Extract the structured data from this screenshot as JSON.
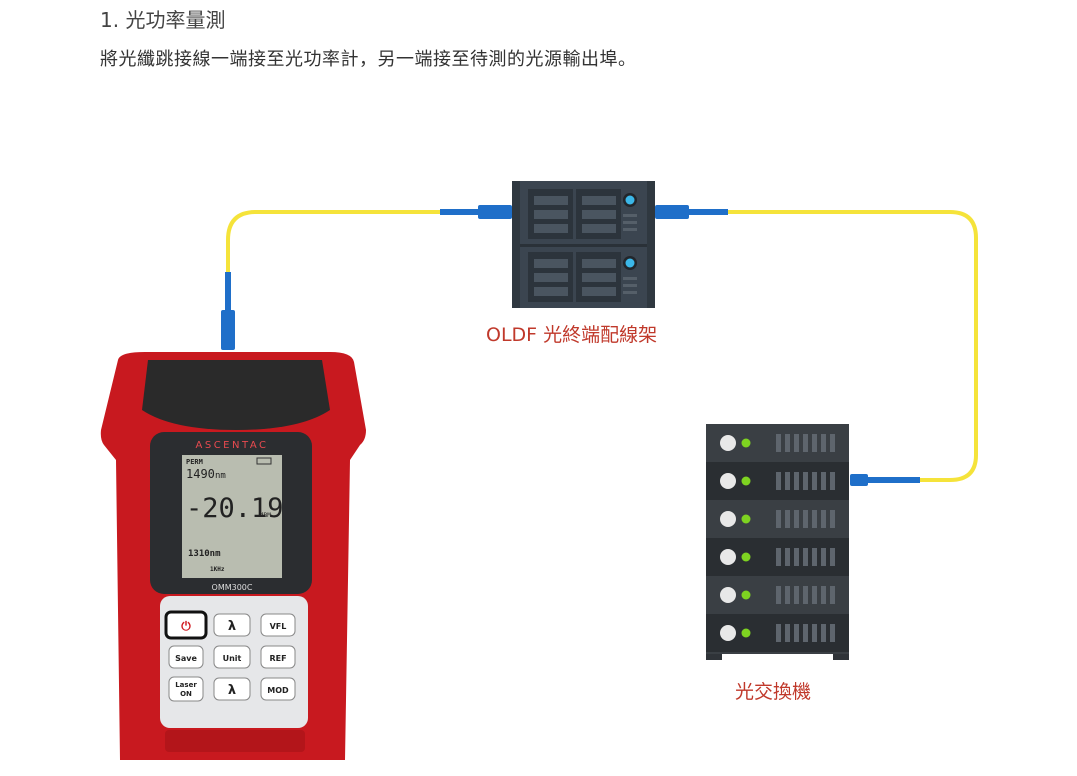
{
  "header": {
    "heading": "1. 光功率量測",
    "description": "將光纖跳接線一端接至光功率計，另一端接至待測的光源輸出埠。"
  },
  "diagram": {
    "oldf_label": "OLDF 光終端配線架",
    "switch_label": "光交換機",
    "meter": {
      "brand": "ASCENTAC",
      "model": "OMM300C",
      "screen": {
        "mode": "PERM",
        "wavelength_top": "1490",
        "wavelength_top_unit": "nm",
        "reading": "-20.19",
        "reading_unit": "dBM",
        "wavelength_bottom": "1310nm",
        "frequency": "1KHz"
      },
      "keys": [
        "λ",
        "VFL",
        "Save",
        "Unit",
        "REF",
        "Laser",
        "ON",
        "λ",
        "MOD"
      ]
    },
    "colors": {
      "fiber": "#f5e33a",
      "connector": "#1f6fc9",
      "meter_body": "#c8191f",
      "caption": "#c0392b",
      "led_green": "#7ed321",
      "led_cyan": "#3bb7e8"
    }
  }
}
